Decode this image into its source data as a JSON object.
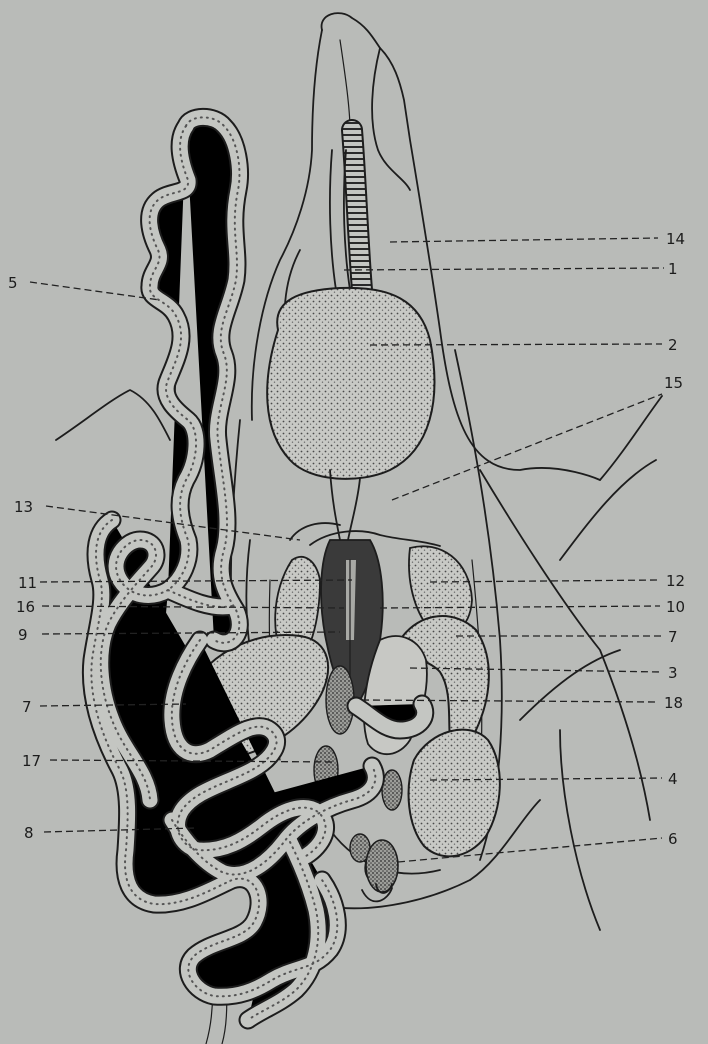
{
  "labels": [
    {
      "id": "1",
      "text": "1"
    },
    {
      "id": "2",
      "text": "2"
    },
    {
      "id": "3",
      "text": "3"
    },
    {
      "id": "4",
      "text": "4"
    },
    {
      "id": "5",
      "text": "5"
    },
    {
      "id": "6",
      "text": "6"
    },
    {
      "id": "7a",
      "text": "7"
    },
    {
      "id": "7b",
      "text": "7"
    },
    {
      "id": "8",
      "text": "8"
    },
    {
      "id": "9",
      "text": "9"
    },
    {
      "id": "10",
      "text": "10"
    },
    {
      "id": "11",
      "text": "11"
    },
    {
      "id": "12",
      "text": "12"
    },
    {
      "id": "13",
      "text": "13"
    },
    {
      "id": "14",
      "text": "14"
    },
    {
      "id": "15",
      "text": "15"
    },
    {
      "id": "16",
      "text": "16"
    },
    {
      "id": "17",
      "text": "17"
    },
    {
      "id": "18",
      "text": "18"
    }
  ]
}
